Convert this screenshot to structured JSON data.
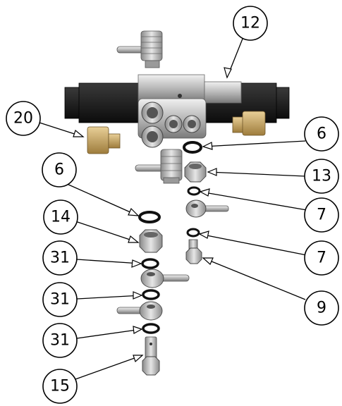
{
  "callouts": [
    {
      "id": "c12",
      "label": "12"
    },
    {
      "id": "c20",
      "label": "20"
    },
    {
      "id": "c6a",
      "label": "6"
    },
    {
      "id": "c6b",
      "label": "6"
    },
    {
      "id": "c13",
      "label": "13"
    },
    {
      "id": "c7a",
      "label": "7"
    },
    {
      "id": "c14",
      "label": "14"
    },
    {
      "id": "c7b",
      "label": "7"
    },
    {
      "id": "c31a",
      "label": "31"
    },
    {
      "id": "c9",
      "label": "9"
    },
    {
      "id": "c31b",
      "label": "31"
    },
    {
      "id": "c31c",
      "label": "31"
    },
    {
      "id": "c15",
      "label": "15"
    }
  ],
  "colors": {
    "steel_light": "#d8d8d8",
    "steel_mid": "#a9a9a9",
    "steel_dark": "#6f6f6f",
    "block_black": "#1b1b1b",
    "brass": "#c9a86b",
    "washer": "#111111"
  }
}
